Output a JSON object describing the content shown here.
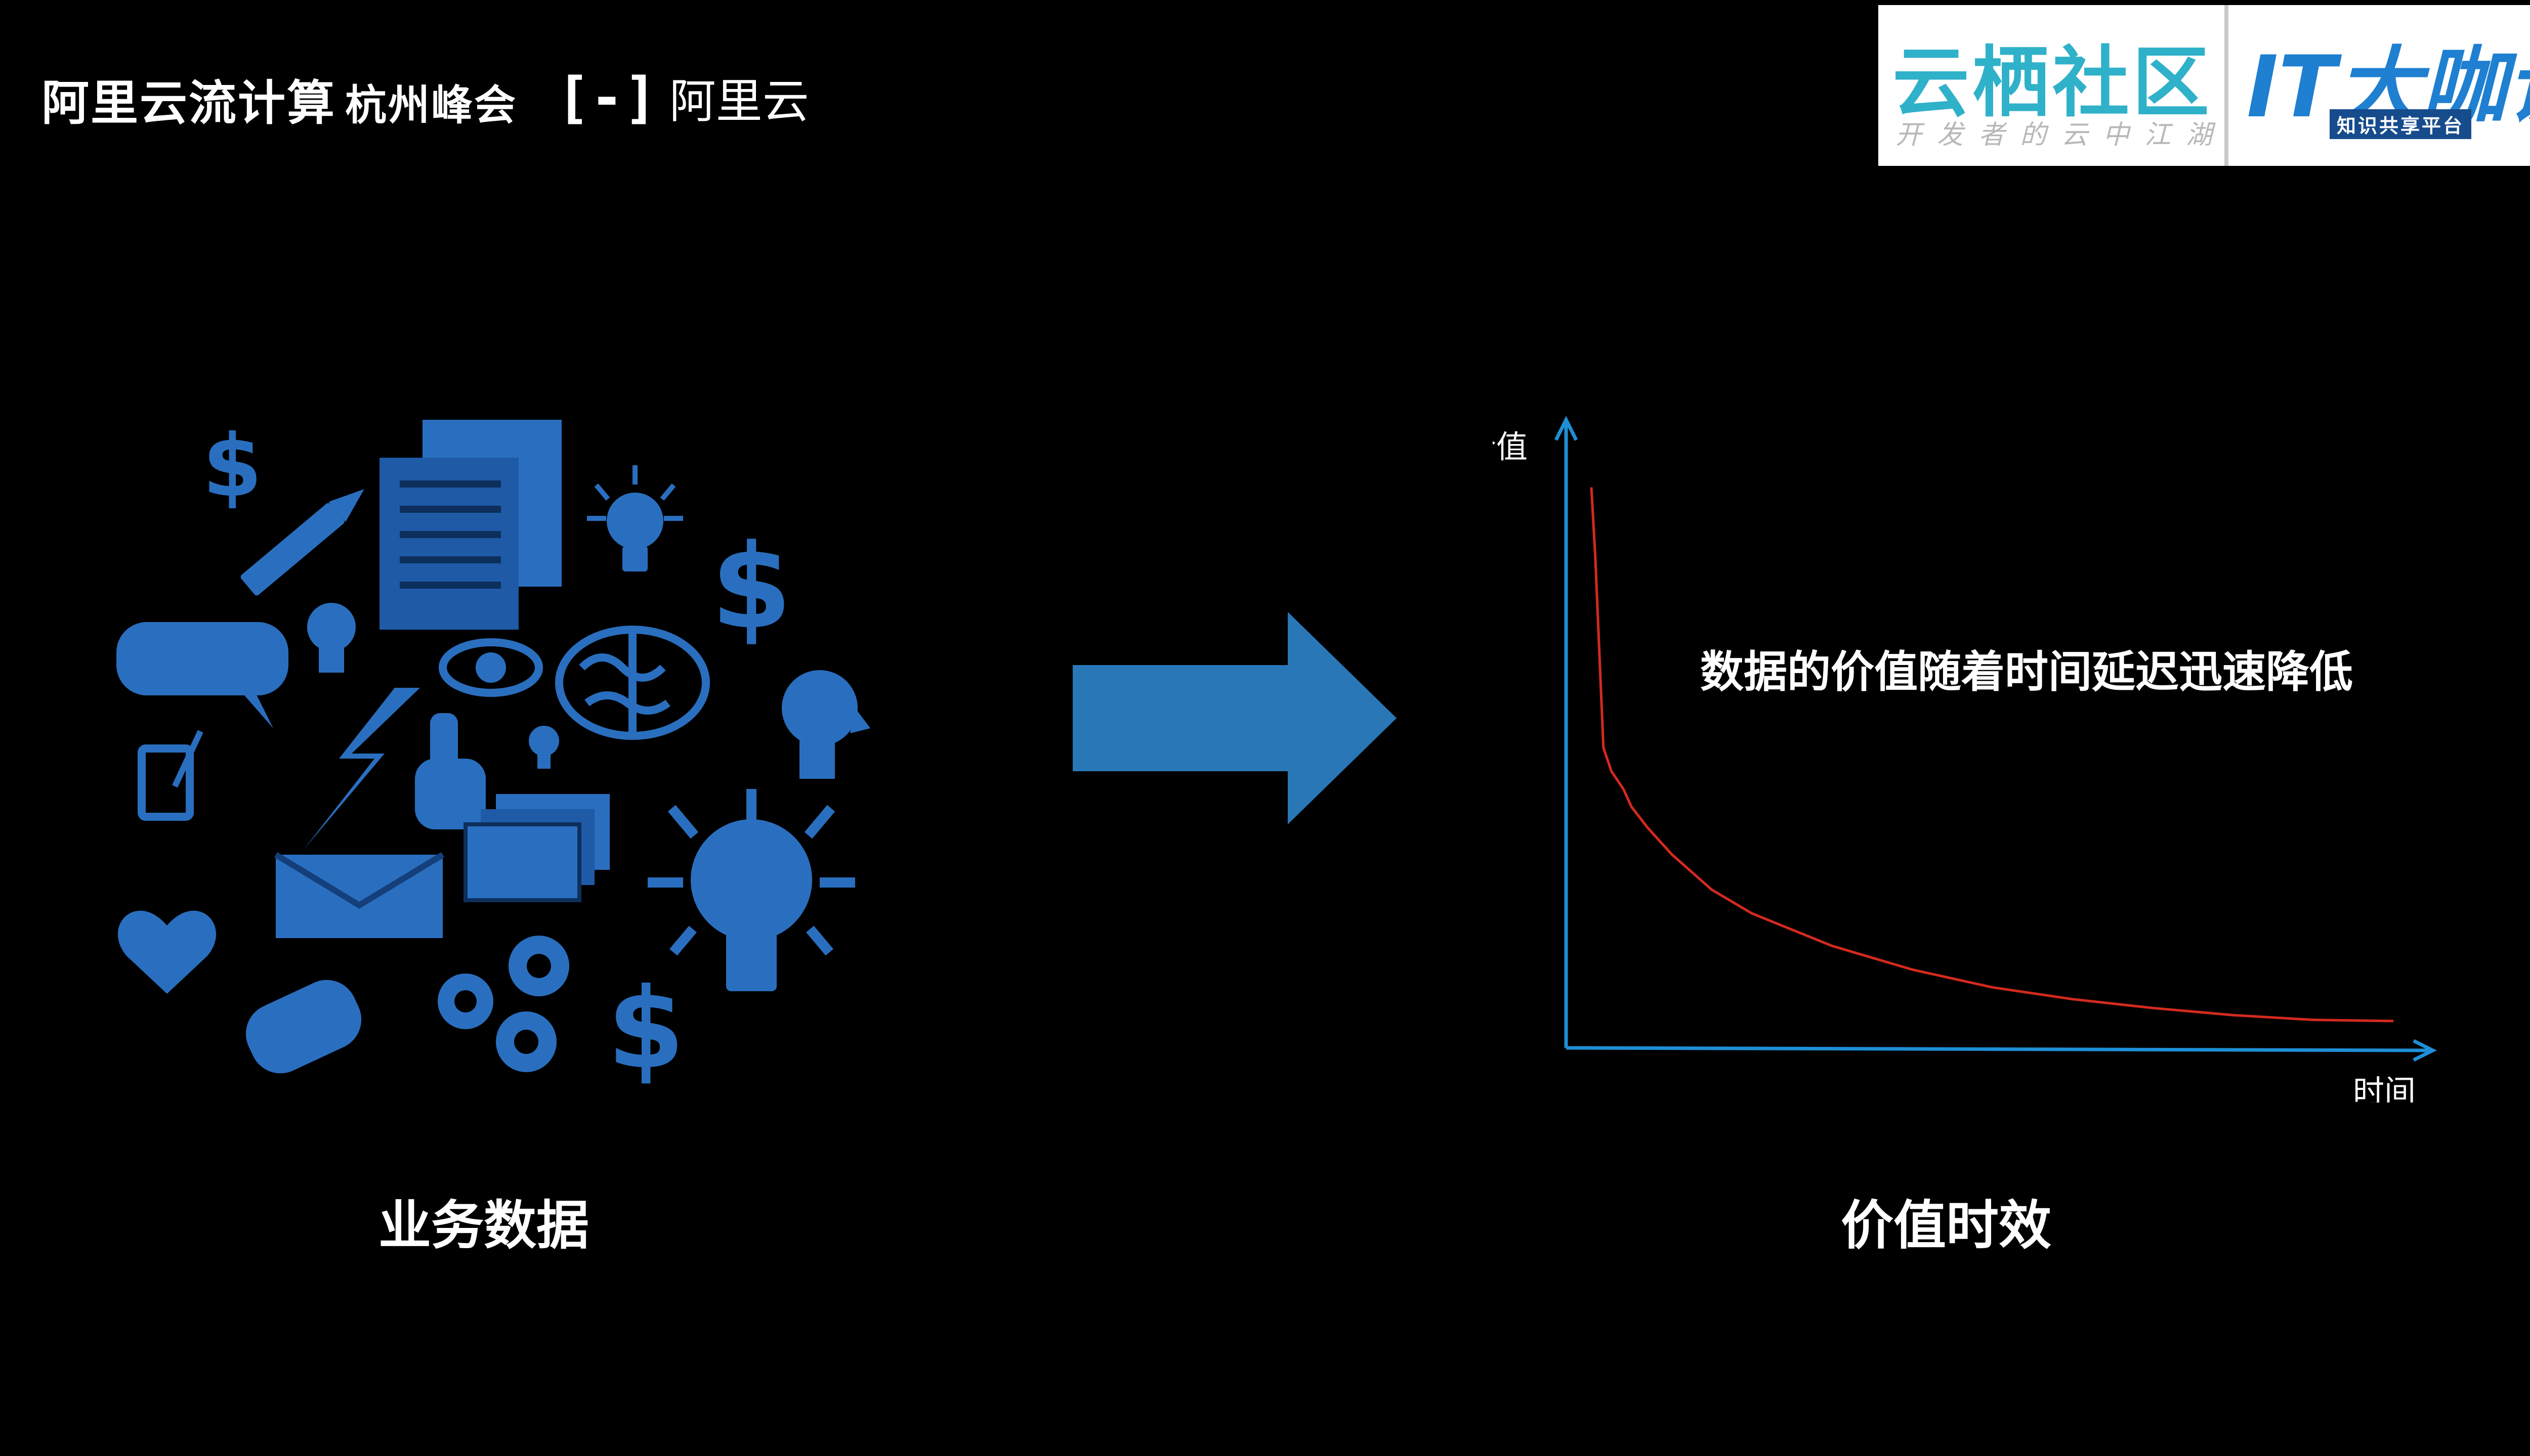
{
  "header": {
    "title": "阿里云流计算",
    "subtitle": "杭州峰会",
    "brand_bracket": "[-]",
    "brand_name": "阿里云"
  },
  "logos": {
    "community_name": "云栖社区",
    "community_slogan": "开发者的云中江湖",
    "it_name": "IT大咖说",
    "it_tag": "知识共享平台"
  },
  "left": {
    "caption": "业务数据",
    "icons": [
      "dollar-icon",
      "pencil-icon",
      "document-stack-icon",
      "lightbulb-icon",
      "dollar-icon",
      "speech-bubble-icon",
      "head-icon",
      "eye-icon",
      "brain-icon",
      "head-profile-icon",
      "tablet-icon",
      "lightning-icon",
      "thumbs-up-icon",
      "small-lightbulb-icon",
      "envelope-icon",
      "files-icon",
      "large-lightbulb-icon",
      "heart-icon",
      "handshake-icon",
      "gears-icon",
      "dollar-icon"
    ]
  },
  "arrow": {
    "icon": "right-arrow-icon"
  },
  "chart_data": {
    "type": "line",
    "ylabel": "价值",
    "xlabel": "时间",
    "annotation": "数据的价值随着时间延迟迅速降低",
    "caption": "价值时效",
    "x": [
      0.0,
      0.005,
      0.01,
      0.015,
      0.02,
      0.025,
      0.03,
      0.035,
      0.04,
      0.05,
      0.07,
      0.1,
      0.15,
      0.2,
      0.3,
      0.4,
      0.5,
      0.6,
      0.7,
      0.8,
      0.9,
      1.0
    ],
    "y": [
      0.92,
      0.8,
      0.64,
      0.48,
      0.46,
      0.44,
      0.43,
      0.42,
      0.41,
      0.38,
      0.345,
      0.3,
      0.24,
      0.2,
      0.145,
      0.105,
      0.075,
      0.055,
      0.04,
      0.028,
      0.02,
      0.018
    ],
    "xlim": [
      0,
      1
    ],
    "ylim": [
      0,
      1
    ],
    "grid": false,
    "colors": {
      "axis": "#1e8fd6",
      "curve": "#d42a1e"
    }
  },
  "colors": {
    "icon_blue": "#2a6fbf",
    "arrow_blue": "#2a77b7"
  }
}
